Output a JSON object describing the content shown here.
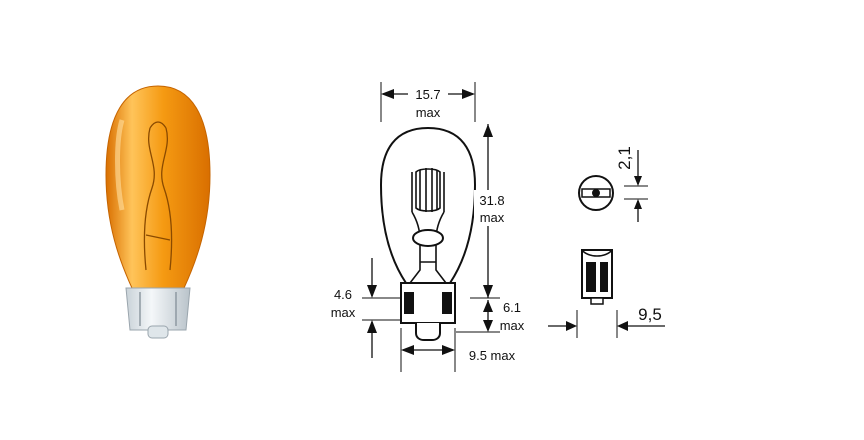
{
  "colors": {
    "bulb_glass": "#f59a12",
    "bulb_highlight": "#ffc45a",
    "bulb_shadow": "#d96f00",
    "base_glass": "#e8eef2",
    "line": "#111111"
  },
  "dimensions": {
    "width_top": {
      "value": "15.7",
      "qualifier": "max"
    },
    "height_total": {
      "value": "31.8",
      "qualifier": "max"
    },
    "base_left": {
      "value": "4.6",
      "qualifier": "max"
    },
    "base_right": {
      "value": "6.1",
      "qualifier": "max"
    },
    "base_width": {
      "label": "9.5 max"
    },
    "side_height": "2,1",
    "side_width": "9,5"
  }
}
